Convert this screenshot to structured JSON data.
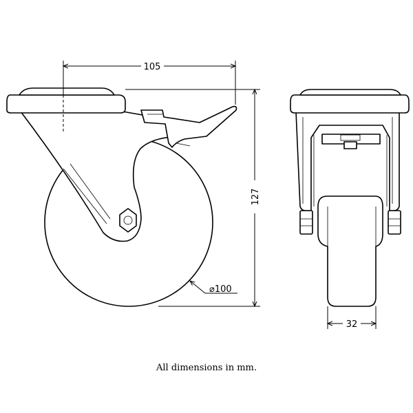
{
  "dimensions": {
    "width_top": "105",
    "height": "127",
    "wheel_diameter": "⌀100",
    "wheel_width": "32"
  },
  "note": "All dimensions in mm."
}
